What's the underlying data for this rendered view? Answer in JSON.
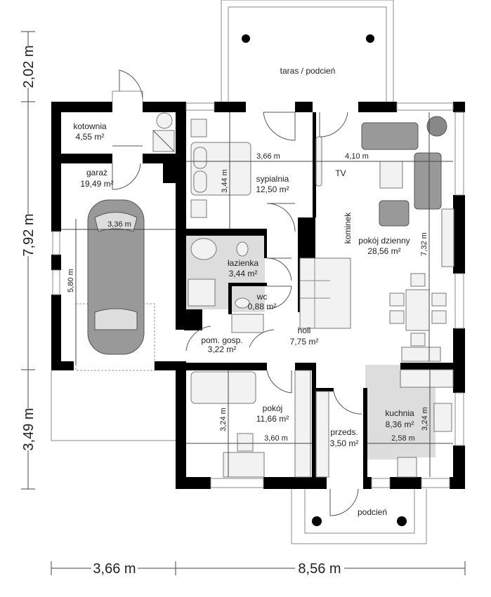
{
  "rooms": {
    "kotownia": {
      "name": "kotownia",
      "area": "4,55 m²"
    },
    "garaz": {
      "name": "garaż",
      "area": "19,49 m²"
    },
    "sypialnia": {
      "name": "sypialnia",
      "area": "12,50 m²"
    },
    "lazienka": {
      "name": "łazienka",
      "area": "3,44 m²"
    },
    "wc": {
      "name": "wc",
      "area": "0,88 m²"
    },
    "pom_gosp": {
      "name": "pom. gosp.",
      "area": "3,22 m²"
    },
    "holl": {
      "name": "holl",
      "area": "7,75 m²"
    },
    "pokoj_dzienny": {
      "name": "pokój dzienny",
      "area": "28,56 m²"
    },
    "pokoj": {
      "name": "pokój",
      "area": "11,66 m²"
    },
    "przedsionek": {
      "name": "przeds.",
      "area": "3,50 m²"
    },
    "kuchnia": {
      "name": "kuchnia",
      "area": "8,36 m²"
    },
    "taras": {
      "name": "taras / podcień"
    },
    "podcien": {
      "name": "podcień"
    }
  },
  "labels": {
    "tv": "TV",
    "kominek": "kominek"
  },
  "room_dimensions": {
    "garaz_width": "3,36 m",
    "garaz_length": "5,80 m",
    "sypialnia_width": "3,66 m",
    "sypialnia_depth": "3,44 m",
    "dzienny_width": "4,10 m",
    "dzienny_depth": "7,32 m",
    "pokoj_width": "3,60 m",
    "pokoj_depth": "3,24 m",
    "kuchnia_width": "2,58 m",
    "kuchnia_depth": "3,24 m"
  },
  "overall_dimensions": {
    "left": [
      "2,02 m",
      "7,92 m",
      "3,49 m"
    ],
    "bottom": [
      "3,66 m",
      "8,56 m"
    ]
  },
  "colors": {
    "wall": "#000000",
    "furniture": "#999999",
    "wet_room_floor": "#dddddd"
  }
}
